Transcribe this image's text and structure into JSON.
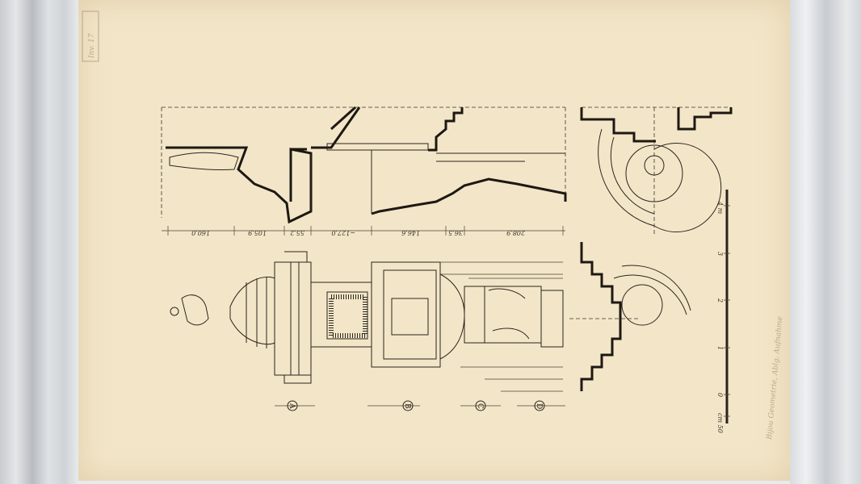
{
  "drawing": {
    "archive_stamp": "Inv. 17",
    "dimensions": [
      "160.0",
      "105.9",
      "55.2",
      "~127.0",
      "146.6",
      "36.5",
      "208.9"
    ],
    "section_labels": [
      "A",
      "B",
      "C",
      "D"
    ],
    "scale": {
      "unit_label": "cm 50",
      "ticks": [
        "0",
        "1",
        "2",
        "3",
        "4 m"
      ]
    },
    "pencil_note": "Bijou Geometrie, Ablg. Aufnahme"
  }
}
